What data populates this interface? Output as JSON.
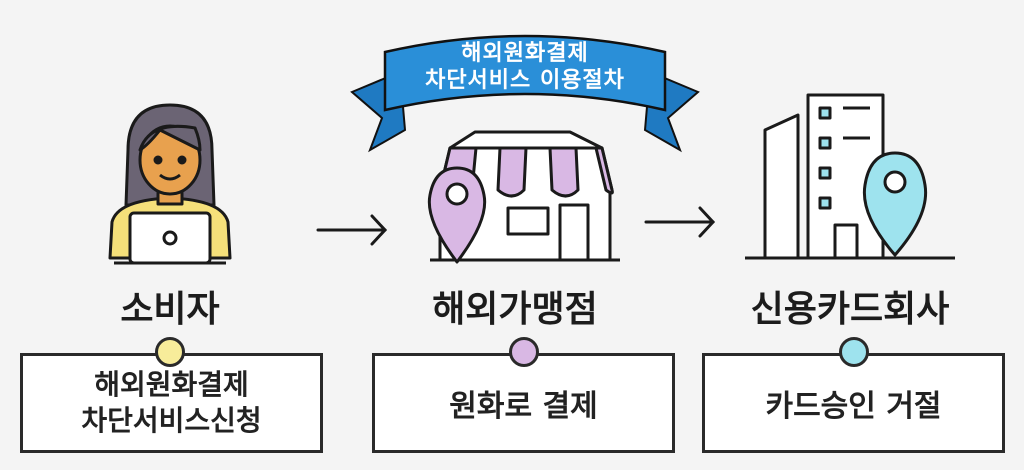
{
  "banner": {
    "line1": "해외원화결제",
    "line2": "차단서비스 이용절차",
    "color": "#2a8fd8"
  },
  "steps": [
    {
      "label": "소비자",
      "box_lines": [
        "해외원화결제",
        "차단서비스신청"
      ],
      "dot_color": "#f7ec9a",
      "icon": "person-laptop-icon"
    },
    {
      "label": "해외가맹점",
      "box_lines": [
        "원화로 결제"
      ],
      "dot_color": "#d9b8e4",
      "icon": "store-pin-icon"
    },
    {
      "label": "신용카드회사",
      "box_lines": [
        "카드승인 거절"
      ],
      "dot_color": "#9ee3ee",
      "icon": "building-pin-icon"
    }
  ],
  "arrows": [
    "arrow-right-icon",
    "arrow-right-icon"
  ]
}
